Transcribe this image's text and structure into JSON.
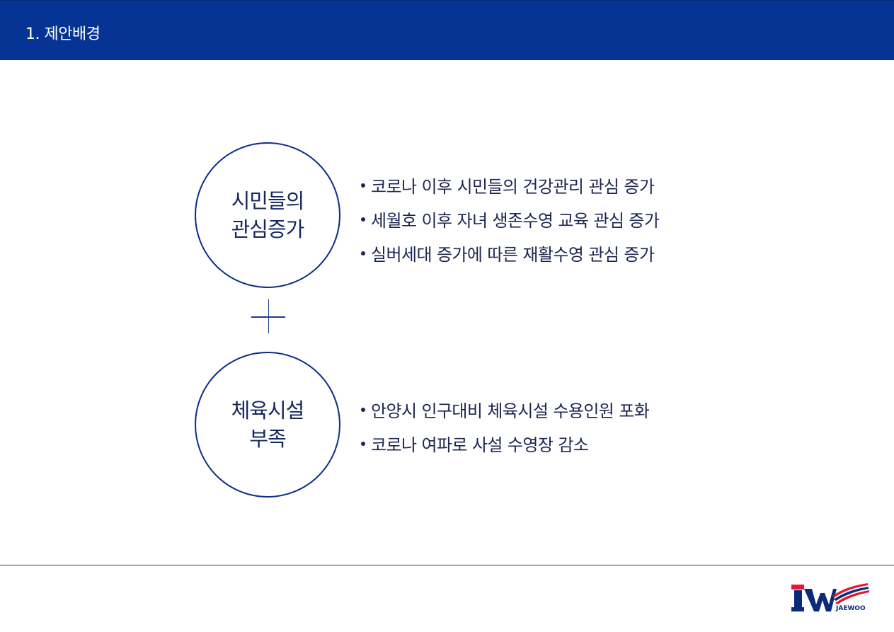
{
  "header": {
    "title": "1. 제안배경"
  },
  "blocks": [
    {
      "circle_lines": [
        "시민들의",
        "관심증가"
      ],
      "bullets": [
        "코로나 이후 시민들의 건강관리 관심 증가",
        "세월호 이후 자녀 생존수영 교육 관심 증가",
        "실버세대 증가에 따른 재활수영 관심 증가"
      ]
    },
    {
      "circle_lines": [
        "체육시설",
        "부족"
      ],
      "bullets": [
        "안양시 인구대비 체육시설 수용인원 포화",
        "코로나 여파로 사설 수영장 감소"
      ]
    }
  ],
  "connector_icon": "plus-icon",
  "footer": {
    "logo_text": "JAEWOO",
    "logo_icon": "jaewoo-logo-icon"
  },
  "colors": {
    "header_bg": "#063494",
    "accent": "#0e2f87",
    "logo_red": "#e3182d",
    "logo_blue": "#0b2a7a"
  }
}
